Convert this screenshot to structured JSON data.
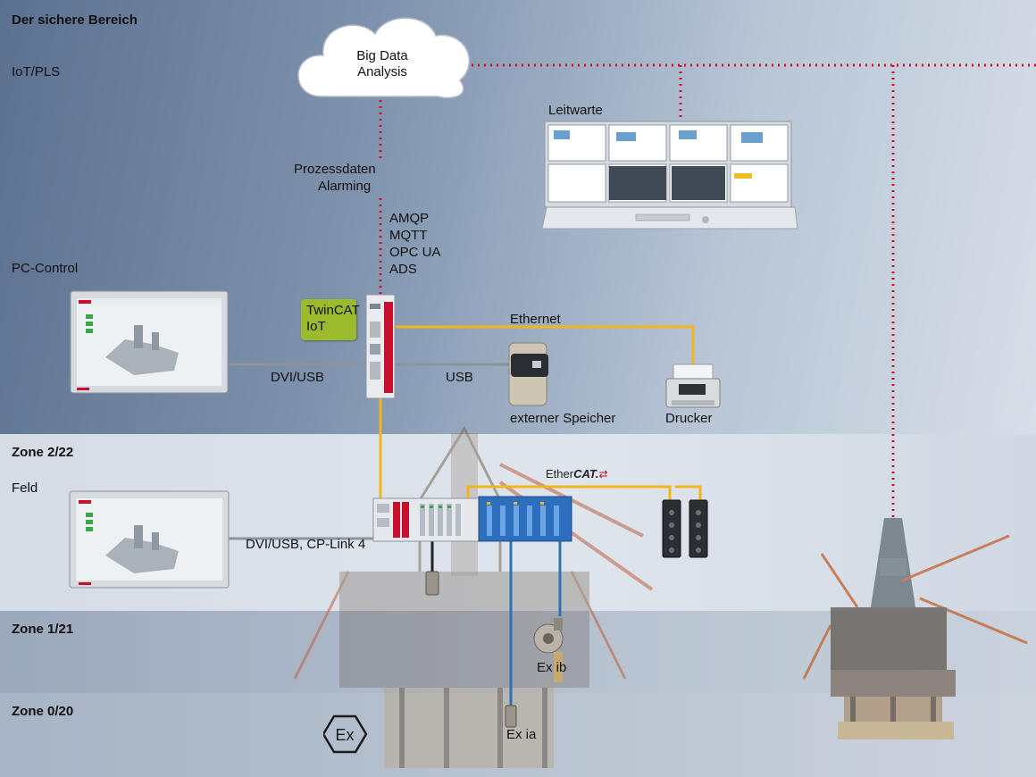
{
  "zones": {
    "safe": "Der sichere Bereich",
    "z2": "Zone 2/22",
    "z1": "Zone 1/21",
    "z0": "Zone 0/20"
  },
  "levels": {
    "iot": "IoT/PLS",
    "pc": "PC-Control",
    "feld": "Feld"
  },
  "cloud": {
    "line1": "Big Data",
    "line2": "Analysis"
  },
  "leitwarte": "Leitwarte",
  "process": {
    "line1": "Prozessdaten",
    "line2": "Alarming"
  },
  "protocols": [
    "AMQP",
    "MQTT",
    "OPC UA",
    "ADS"
  ],
  "twincat": {
    "line1": "TwinCAT",
    "line2": "IoT"
  },
  "connections": {
    "ethernet": "Ethernet",
    "dvi_usb": "DVI/USB",
    "usb": "USB",
    "dvi_cp": "DVI/USB, CP-Link 4"
  },
  "devices": {
    "storage": "externer Speicher",
    "printer": "Drucker"
  },
  "ethercat": {
    "prefix": "Ether",
    "suffix": "CAT."
  },
  "ex": {
    "ib": "Ex ib",
    "ia": "Ex ia",
    "symbol": "Ex"
  },
  "colors": {
    "dotted_red": "#d0112b",
    "ethernet_yellow": "#f2b61c",
    "fieldbus_blue": "#2f6fb5",
    "twincat_green": "#9bbb2c"
  }
}
